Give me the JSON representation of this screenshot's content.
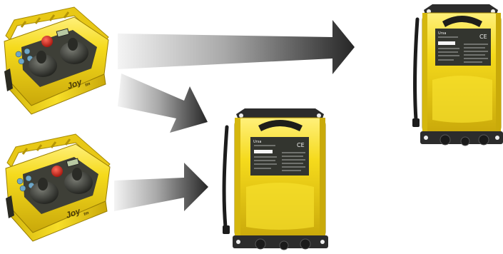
{
  "scene": {
    "description_free": true,
    "colors": {
      "housing_yellow": "#f3d81a",
      "housing_shadow": "#b99a06",
      "housing_highlight": "#fff27a",
      "dark_panel": "#3b3d35",
      "arrow_dark": "#2a2a2a",
      "arrow_light": "#f2f2f2",
      "antenna": "#1c1c1c",
      "mount_plate": "#2c2c2c"
    },
    "transmitters": [
      {
        "id": "top",
        "brand_text": "Joy",
        "brand_suffix": "tm"
      },
      {
        "id": "bottom",
        "brand_text": "Joy",
        "brand_suffix": "tm"
      }
    ],
    "receivers": [
      {
        "id": "center",
        "label_header": "Ursa",
        "ce_mark": "CE"
      },
      {
        "id": "right",
        "label_header": "Ursa",
        "ce_mark": "CE"
      }
    ],
    "arrows": [
      {
        "from": "top",
        "to": "right"
      },
      {
        "from": "top",
        "to": "center"
      },
      {
        "from": "bottom",
        "to": "center"
      }
    ]
  }
}
